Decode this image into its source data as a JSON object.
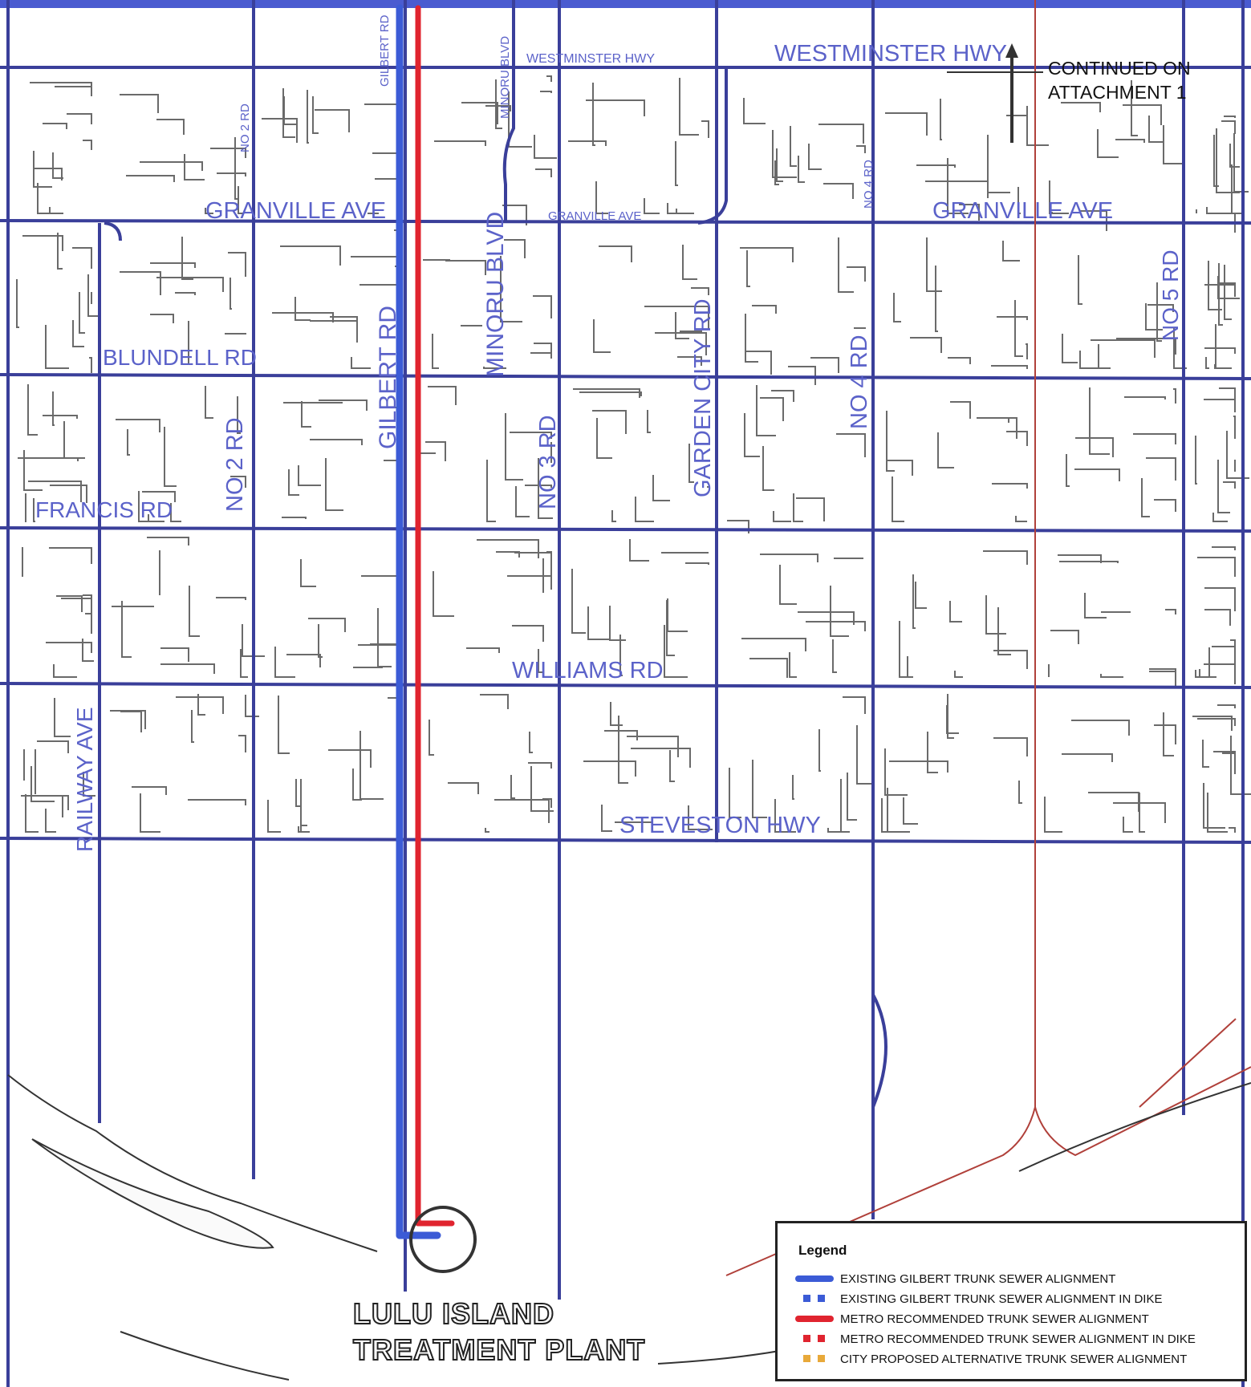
{
  "roads": {
    "westminster_hwy_small": "WESTMINSTER HWY",
    "westminster_hwy_large": "WESTMINSTER HWY",
    "gilbert_rd_top": "GILBERT RD",
    "minoru_blvd_top": "MINORU BLVD",
    "no2_rd_top": "NO 2 RD",
    "granville_ave_left": "GRANVILLE AVE",
    "granville_ave_small": "GRANVILLE AVE",
    "granville_ave_right": "GRANVILLE AVE",
    "no4_rd_top": "NO 4 RD",
    "no5_rd": "NO 5 RD",
    "minoru_blvd": "MINORU BLVD",
    "gilbert_rd": "GILBERT RD",
    "garden_city_rd": "GARDEN CITY RD",
    "no4_rd": "NO 4 RD",
    "blundell_rd": "BLUNDELL RD",
    "no2_rd": "NO 2 RD",
    "no3_rd": "NO 3 RD",
    "francis_rd": "FRANCIS RD",
    "williams_rd": "WILLIAMS RD",
    "railway_ave": "RAILWAY AVE",
    "steveston_hwy": "STEVESTON HWY"
  },
  "continued_note": {
    "line1": "CONTINUED ON",
    "line2": "ATTACHMENT 1"
  },
  "plant": {
    "line1": "LULU ISLAND",
    "line2": "TREATMENT PLANT"
  },
  "legend": {
    "title": "Legend",
    "items": [
      {
        "label": "EXISTING GILBERT TRUNK SEWER ALIGNMENT",
        "color": "#3b5bd6",
        "style": "solid"
      },
      {
        "label": "EXISTING GILBERT TRUNK SEWER ALIGNMENT IN DIKE",
        "color": "#3b5bd6",
        "style": "dashed"
      },
      {
        "label": "METRO RECOMMENDED  TRUNK SEWER ALIGNMENT",
        "color": "#e0242f",
        "style": "solid"
      },
      {
        "label": "METRO RECOMMENDED  TRUNK SEWER ALIGNMENT IN DIKE",
        "color": "#e0242f",
        "style": "dashed"
      },
      {
        "label": "CITY PROPOSED ALTERNATIVE TRUNK SEWER ALIGNMENT",
        "color": "#e8a93a",
        "style": "dashed"
      }
    ]
  },
  "colors": {
    "major_road": "#3a3f9a",
    "local_road": "#555555",
    "existing_sewer": "#3b5bd6",
    "metro_sewer": "#e0242f",
    "rail": "#b0403a",
    "label": "#5b62c9"
  }
}
